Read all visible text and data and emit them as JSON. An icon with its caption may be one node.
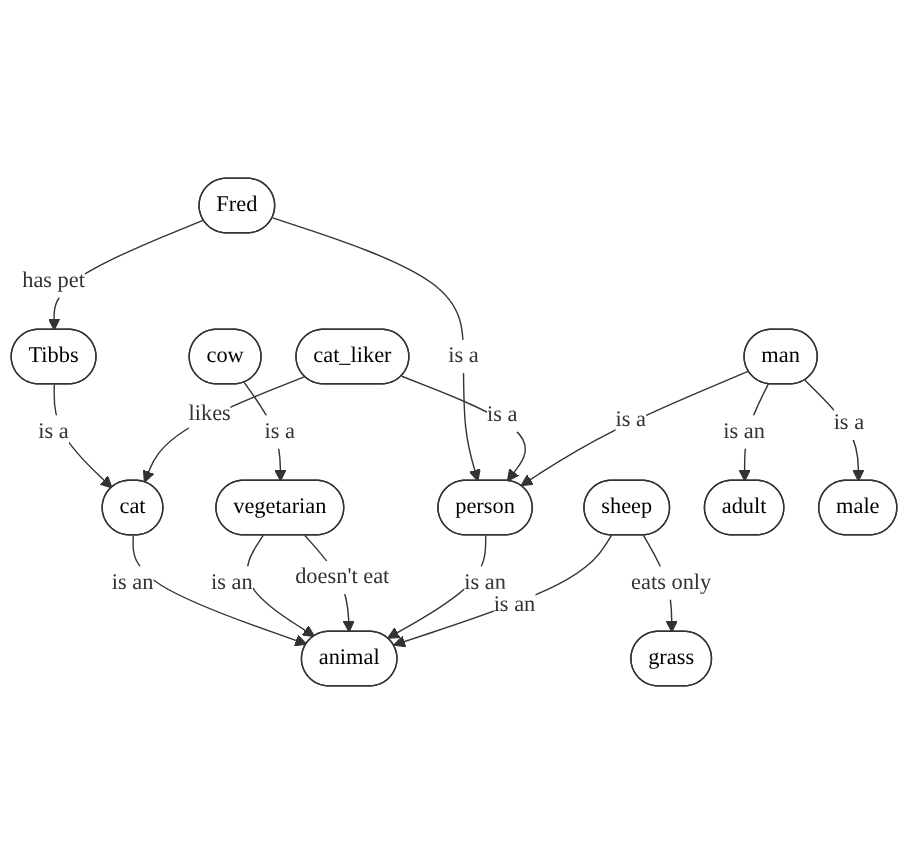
{
  "diagram": {
    "nodes": [
      {
        "text": [
          "Fred"
        ]
      },
      {
        "text": [
          "Tibbs"
        ]
      },
      {
        "text": [
          "cat_liker"
        ]
      },
      {
        "text": [
          "cow"
        ]
      },
      {
        "text": [
          "man"
        ]
      },
      {
        "text": [
          "cat"
        ]
      },
      {
        "text": [
          "vegetarian"
        ]
      },
      {
        "text": [
          "person"
        ]
      },
      {
        "text": [
          "sheep"
        ]
      },
      {
        "text": [
          "adult"
        ]
      },
      {
        "text": [
          "male"
        ]
      },
      {
        "text": [
          "animal"
        ]
      },
      {
        "text": [
          "grass"
        ]
      }
    ],
    "edges": [
      {
        "from": 0,
        "to": 1,
        "arrow": "to",
        "label": "has pet"
      },
      {
        "from": 0,
        "to": 7,
        "arrow": "to",
        "label": "is a"
      },
      {
        "from": 1,
        "to": 5,
        "arrow": "to",
        "label": "is a"
      },
      {
        "from": 2,
        "to": 5,
        "arrow": "to",
        "label": "likes"
      },
      {
        "from": 2,
        "to": 7,
        "arrow": "to",
        "label": "is a"
      },
      {
        "from": 3,
        "to": 6,
        "arrow": "to",
        "label": "is a"
      },
      {
        "from": 4,
        "to": 7,
        "arrow": "to",
        "label": "is a"
      },
      {
        "from": 4,
        "to": 9,
        "arrow": "to",
        "label": "is an"
      },
      {
        "from": 4,
        "to": 10,
        "arrow": "to",
        "label": "is a"
      },
      {
        "from": 5,
        "to": 11,
        "arrow": "to",
        "label": "is an"
      },
      {
        "from": 6,
        "to": 11,
        "arrow": "to",
        "label": "is an"
      },
      {
        "from": 6,
        "to": 11,
        "arrow": "to",
        "label": "doesn't eat"
      },
      {
        "from": 7,
        "to": 11,
        "arrow": "to",
        "label": "is an"
      },
      {
        "from": 8,
        "to": 11,
        "arrow": "to",
        "label": "is an"
      },
      {
        "from": 8,
        "to": 12,
        "arrow": "to",
        "label": "eats only"
      }
    ]
  }
}
